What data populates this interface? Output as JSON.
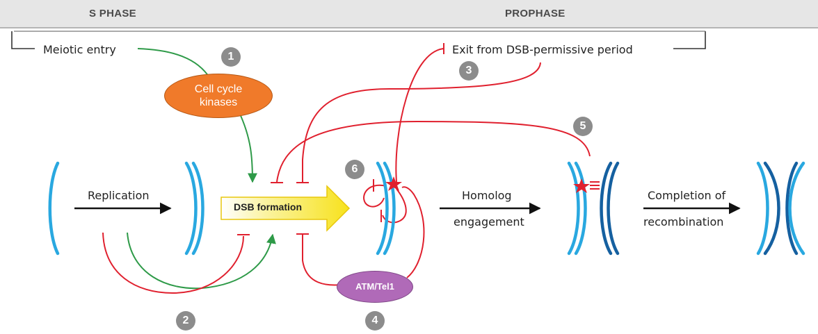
{
  "phases": {
    "s_phase": "S PHASE",
    "prophase": "PROPHASE"
  },
  "labels": {
    "meiotic_entry": "Meiotic entry",
    "exit_dsb_period": "Exit from DSB-permissive period",
    "replication": "Replication",
    "dsb_formation": "DSB formation",
    "homolog": "Homolog",
    "engagement": "engagement",
    "completion_of": "Completion of",
    "recombination": "recombination"
  },
  "enzymes": {
    "cell_cycle_line1": "Cell cycle",
    "cell_cycle_line2": "kinases",
    "atm_tel1": "ATM/Tel1"
  },
  "steps": [
    "1",
    "2",
    "3",
    "4",
    "5",
    "6"
  ],
  "colors": {
    "activation": "#2e9a48",
    "inhibition": "#e0202e",
    "chromosome_light": "#29a8e0",
    "chromosome_dark": "#1560a0",
    "cell_cycle_kinase": "#f07a2a",
    "atm_tel1": "#b06ab8",
    "dsb_arrow": "#f7ec2a",
    "step_badge": "#8c8c8c"
  },
  "icons": [
    "dsb-star-icon",
    "chromosome-icon",
    "activation-arrow-icon",
    "inhibition-bar-icon"
  ]
}
